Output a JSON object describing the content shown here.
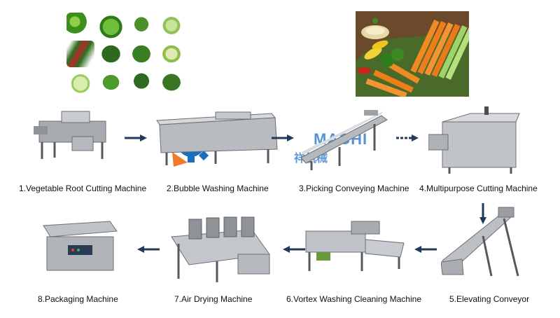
{
  "steps": [
    {
      "label": "1.Vegetable Root Cutting Machine"
    },
    {
      "label": "2.Bubble Washing Machine"
    },
    {
      "label": "3.Picking Conveying Machine"
    },
    {
      "label": "4.Multipurpose Cutting Machine"
    },
    {
      "label": "5.Elevating Conveyor"
    },
    {
      "label": "6.Vortex Washing Cleaning Machine"
    },
    {
      "label": "7.Air Drying Machine"
    },
    {
      "label": "8.Packaging Machine"
    }
  ],
  "watermark": {
    "text": "MACHI",
    "cn": "祥机械"
  },
  "colors": {
    "arrow": "#1f3a5a",
    "steel": "#b9bcc0",
    "watermark_blue": "#1a6fc4",
    "watermark_orange": "#f07b2a"
  }
}
